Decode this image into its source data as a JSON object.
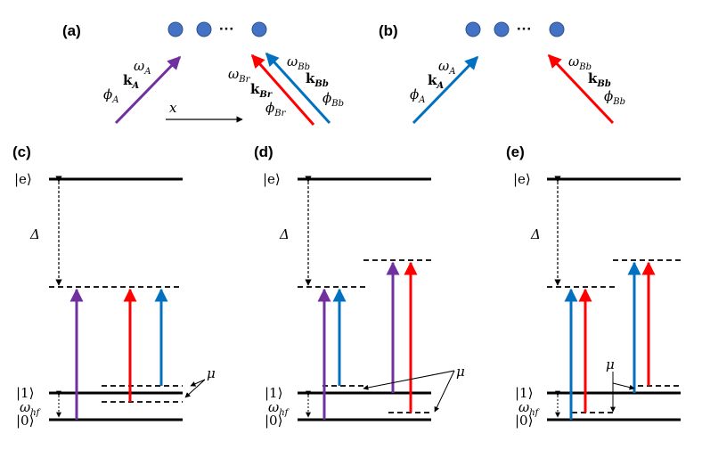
{
  "colors": {
    "purple": "#7030a0",
    "red": "#ff0000",
    "blue": "#0070c0",
    "atom": "#4472c4",
    "atom_edge": "#2f528f",
    "black": "#000000"
  },
  "panels": {
    "a": {
      "label": "(a)",
      "beam_A": {
        "omega": "ω",
        "omega_sub": "A",
        "k": "k",
        "k_sub": "A",
        "phi": "ϕ",
        "phi_sub": "A"
      },
      "beam_Br": {
        "omega": "ω",
        "omega_sub": "Br",
        "k": "k",
        "k_sub": "Br",
        "phi": "ϕ",
        "phi_sub": "Br"
      },
      "beam_Bb": {
        "omega": "ω",
        "omega_sub": "Bb",
        "k": "k",
        "k_sub": "Bb",
        "phi": "ϕ",
        "phi_sub": "Bb"
      },
      "x_axis": "x",
      "dots": "···"
    },
    "b": {
      "label": "(b)",
      "beam_A": {
        "omega": "ω",
        "omega_sub": "A",
        "k": "k",
        "k_sub": "A",
        "phi": "ϕ",
        "phi_sub": "A"
      },
      "beam_Bb": {
        "omega": "ω",
        "omega_sub": "Bb",
        "k": "k",
        "k_sub": "Bb",
        "phi": "ϕ",
        "phi_sub": "Bb"
      },
      "dots": "···"
    },
    "c": {
      "label": "(c)"
    },
    "d": {
      "label": "(d)"
    },
    "e": {
      "label": "(e)"
    }
  },
  "levels": {
    "excited": "|e⟩",
    "one": "|1⟩",
    "zero": "|0⟩",
    "detuning": "Δ",
    "hyperfine": "ω",
    "hyperfine_sub": "hf",
    "mu": "μ"
  }
}
